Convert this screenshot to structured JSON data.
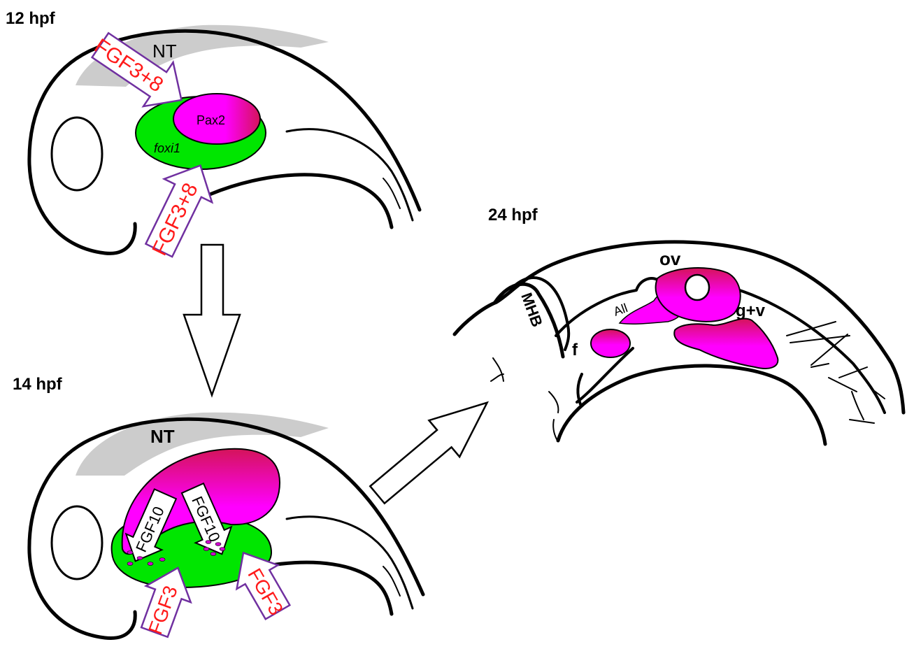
{
  "stages": {
    "s12": {
      "label": "12 hpf",
      "nt": "NT",
      "pax2": "Pax2",
      "foxi1": "foxi1",
      "arrow_top": "FGF3+8",
      "arrow_bottom": "FGF3+8"
    },
    "s14": {
      "label": "14 hpf",
      "nt": "NT",
      "fgf10_left": "FGF10",
      "fgf10_right": "FGF10",
      "fgf3_left": "FGF3",
      "fgf3_right": "FGF3"
    },
    "s24": {
      "label": "24 hpf",
      "mhb": "MHB",
      "ov": "ov",
      "all": "All",
      "gv": "g+v",
      "f": "f"
    }
  },
  "colors": {
    "magenta": "#ff00ff",
    "magenta_dark": "#d4145a",
    "green": "#00e600",
    "nt_gray": "#cccccc",
    "fgf_red": "#ff1a1a",
    "fgf_outline": "#7030a0"
  }
}
